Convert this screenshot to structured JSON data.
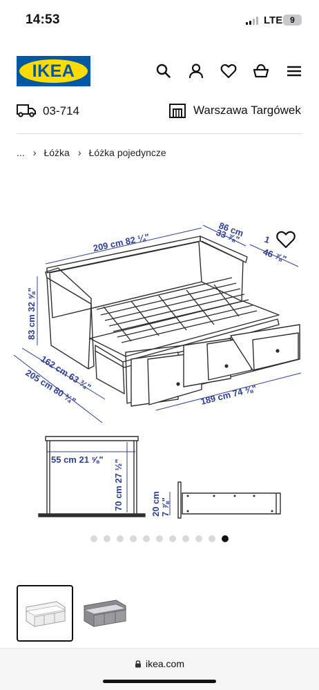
{
  "status_bar": {
    "time": "14:53",
    "carrier": "LTE",
    "battery": "9"
  },
  "header": {
    "logo_text": "IKEA",
    "icons": [
      "search-icon",
      "profile-icon",
      "heart-icon",
      "basket-icon",
      "menu-icon"
    ],
    "brand_colors": {
      "blue": "#0058a3",
      "yellow": "#ffdb00"
    }
  },
  "store_row": {
    "postal_code": "03-714",
    "store_name": "Warszawa Targówek"
  },
  "breadcrumb": {
    "items": [
      "...",
      "Łóżka",
      "Łóżka pojedyncze"
    ]
  },
  "product_image": {
    "dimensions": {
      "length": "209 cm 82 ¼\"",
      "depth_top": "86 cm",
      "depth_top_in": "33 ⅞\"",
      "depth_right": "1",
      "depth_right_in": "46 ⅞\"",
      "height": "83 cm 32 ⅝\"",
      "inner_length": "162 cm 63 ¾\"",
      "outer_length": "205 cm 80 ¾\"",
      "extended_width": "189 cm 74 ⅜\"",
      "inner_width": "55 cm 21 ⅝\"",
      "inner_height": "70 cm 27 ½\"",
      "drawer_height": "20 cm",
      "drawer_height_in": "7 ⅞\""
    },
    "dimension_color": "#2e3f9b"
  },
  "carousel": {
    "dot_count": 11,
    "active_index": 10
  },
  "thumbnails": {
    "items": [
      "white-daybed-thumbnail",
      "grey-daybed-thumbnail"
    ],
    "selected_index": 0
  },
  "browser": {
    "url": "ikea.com"
  }
}
